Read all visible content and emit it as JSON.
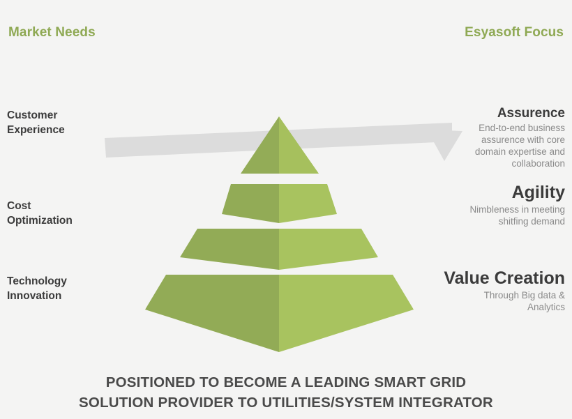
{
  "page": {
    "background_color": "#f4f4f3",
    "caption": "POSITIONED TO BECOME A LEADING SMART GRID\nSOLUTION PROVIDER TO UTILITIES/SYSTEM INTEGRATOR"
  },
  "headers": {
    "left": "Market Needs",
    "right": "Esyasoft Focus",
    "color": "#8fa954"
  },
  "market_needs": [
    {
      "label": "Customer\nExperience"
    },
    {
      "label": "Cost\nOptimization"
    },
    {
      "label": "Technology\nInnovation"
    }
  ],
  "esyasoft_focus": [
    {
      "title": "Assurence",
      "description": "End-to-end business\nassurence with core\ndomain expertise and\ncollaboration"
    },
    {
      "title": "Agility",
      "description": "Nimbleness in meeting\nshitfing demand"
    },
    {
      "title": "Value Creation",
      "description": "Through Big data &\nAnalytics"
    }
  ],
  "pyramid": {
    "tier_count": 4,
    "left_face_color": "#92ab56",
    "right_face_color": "#a8c35f",
    "apex_left_color": "#93ac57",
    "apex_right_color": "#a6c05d",
    "gap_color": "#f4f4f3"
  },
  "arrow": {
    "color": "#dcdcdc",
    "direction": "up-right",
    "tail_label": "growth-arrow-tail",
    "head_label": "growth-arrow-head"
  }
}
